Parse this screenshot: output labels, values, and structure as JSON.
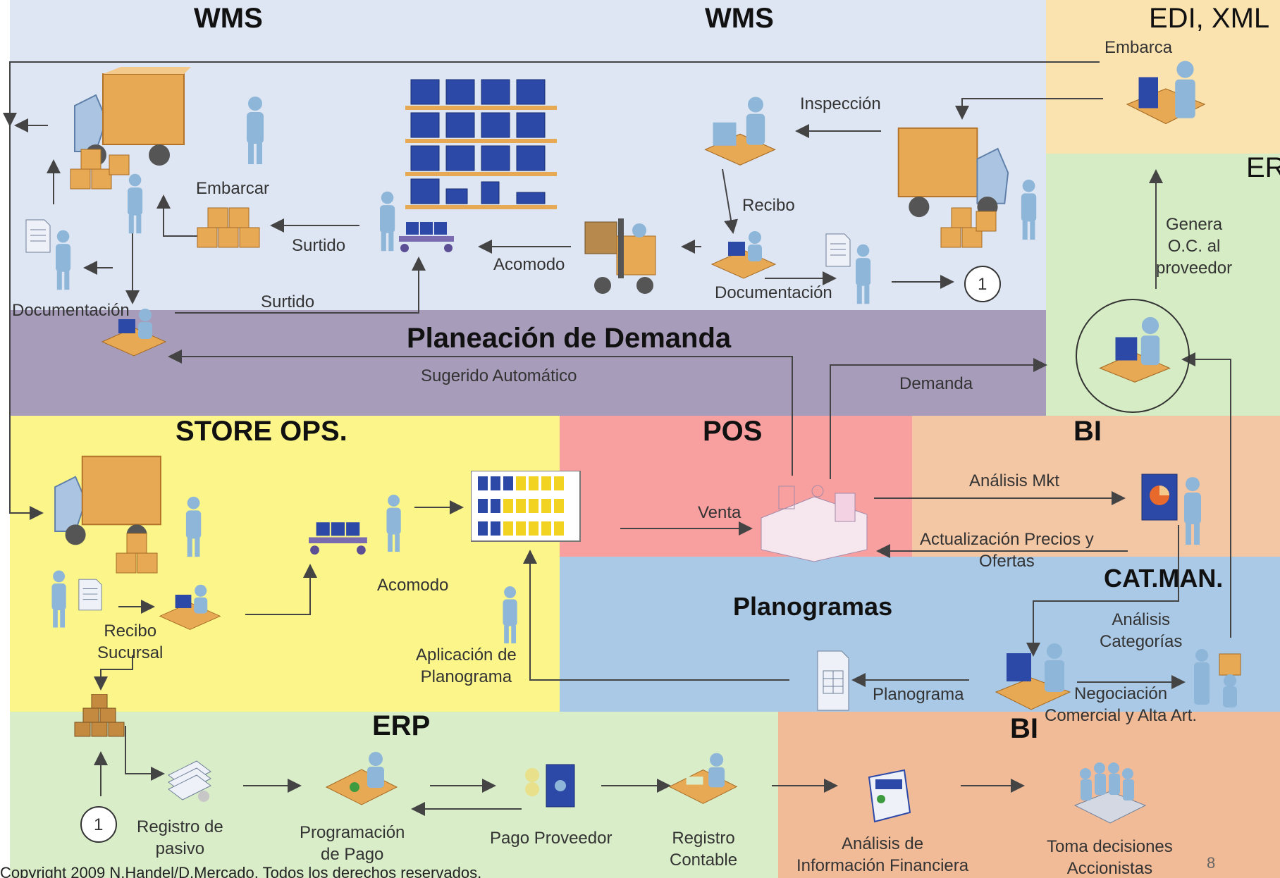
{
  "zones": {
    "wms_left": "WMS",
    "wms_right": "WMS",
    "edi": "EDI, XML",
    "erp_top": "ERP",
    "planeacion": "Planeación de Demanda",
    "store_ops": "STORE OPS.",
    "pos": "POS",
    "bi_top": "BI",
    "cat_man": "CAT.MAN.",
    "planogramas": "Planogramas",
    "erp_bottom": "ERP",
    "bi_bottom": "BI"
  },
  "labels": {
    "embarca": "Embarca",
    "inspeccion": "Inspección",
    "recibo": "Recibo",
    "documentacion_right": "Documentación",
    "step_ref_top": "1",
    "genera_oc": [
      "Genera",
      "O.C. al",
      "proveedor"
    ],
    "embarcar": "Embarcar",
    "surtido_upper": "Surtido",
    "acomodo_top": "Acomodo",
    "documentacion_left": "Documentación",
    "surtido_lower": "Surtido",
    "sugerido": "Sugerido Automático",
    "demanda": "Demanda",
    "analisis_mkt": "Análisis Mkt",
    "venta": "Venta",
    "actualizacion": [
      "Actualización Precios y",
      "Ofertas"
    ],
    "analisis_categorias": [
      "Análisis",
      "Categorías"
    ],
    "negociacion": [
      "Negociación",
      "Comercial y Alta Art."
    ],
    "planograma": "Planograma",
    "aplicacion": [
      "Aplicación de",
      "Planograma"
    ],
    "acomodo_store": "Acomodo",
    "recibo_sucursal": [
      "Recibo",
      "Sucursal"
    ],
    "step_ref_bottom": "1",
    "registro_pasivo": [
      "Registro de",
      "pasivo"
    ],
    "programacion_pago": [
      "Programación",
      "de Pago"
    ],
    "pago_proveedor": "Pago Proveedor",
    "registro_contable": [
      "Registro",
      "Contable"
    ],
    "analisis_financiera": [
      "Análisis de",
      "Información Financiera"
    ],
    "toma_decisiones": [
      "Toma decisiones",
      "Accionistas"
    ]
  },
  "footer": {
    "copyright": "Copyright 2009 N.Handel/D.Mercado. Todos los derechos reservados.",
    "page_number": "8"
  },
  "colors": {
    "wms": "#dfe6f3",
    "edi": "#fbe3b0",
    "erp": "#d6ecc4",
    "planeacion": "#a89cbb",
    "store_ops": "#fbf58a",
    "pos": "#f8a0a0",
    "bi": "#f3c6a4",
    "cat_man": "#a9c9e6",
    "erp_bottom": "#d9edc8",
    "bi_bottom": "#f1bb98",
    "arrow": "#444444",
    "box": "#e8a954",
    "person": "#8eb6d9"
  }
}
